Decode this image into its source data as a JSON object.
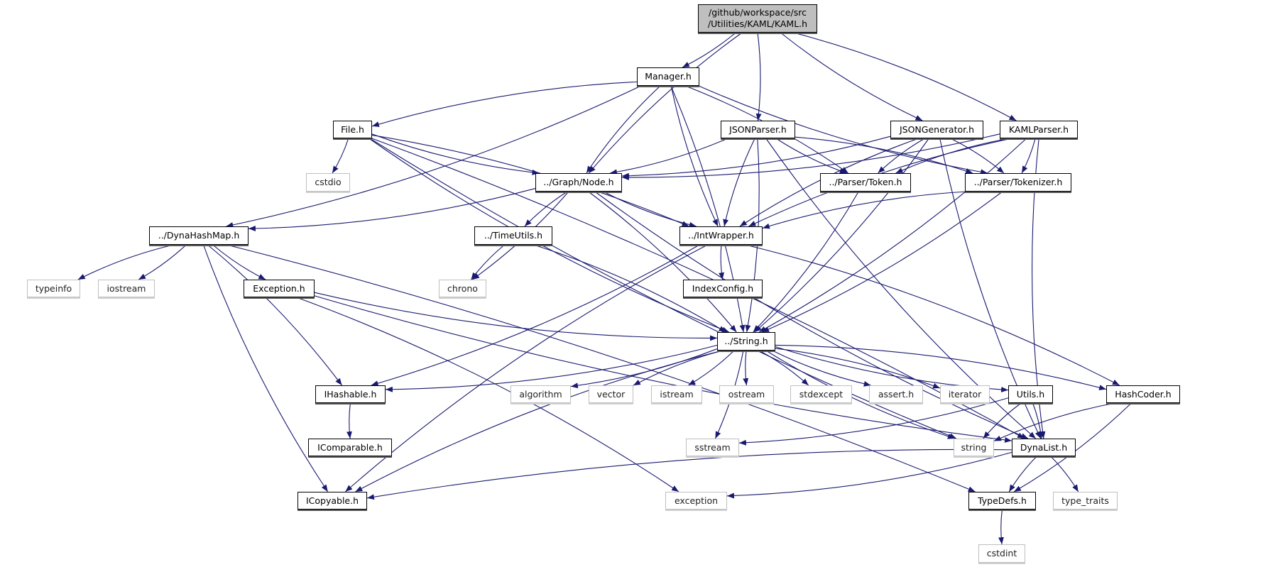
{
  "colors": {
    "edge": "#191970",
    "root_fill": "#bfbfbf",
    "system_border": "#bfbfbf",
    "node_border": "#000000"
  },
  "nodes": [
    {
      "id": "kaml",
      "label": "/github/workspace/src\n/Utilities/KAML/KAML.h",
      "kind": "root"
    },
    {
      "id": "manager",
      "label": "Manager.h",
      "kind": "include"
    },
    {
      "id": "file",
      "label": "File.h",
      "kind": "include"
    },
    {
      "id": "jsonparser",
      "label": "JSONParser.h",
      "kind": "include"
    },
    {
      "id": "jsongen",
      "label": "JSONGenerator.h",
      "kind": "include"
    },
    {
      "id": "kamlparser",
      "label": "KAMLParser.h",
      "kind": "include"
    },
    {
      "id": "cstdio",
      "label": "cstdio",
      "kind": "system"
    },
    {
      "id": "node",
      "label": "../Graph/Node.h",
      "kind": "include"
    },
    {
      "id": "token",
      "label": "../Parser/Token.h",
      "kind": "include"
    },
    {
      "id": "tokenizer",
      "label": "../Parser/Tokenizer.h",
      "kind": "include"
    },
    {
      "id": "dynahashmap",
      "label": "../DynaHashMap.h",
      "kind": "include"
    },
    {
      "id": "timeutils",
      "label": "../TimeUtils.h",
      "kind": "include"
    },
    {
      "id": "intwrapper",
      "label": "../IntWrapper.h",
      "kind": "include"
    },
    {
      "id": "typeinfo",
      "label": "typeinfo",
      "kind": "system"
    },
    {
      "id": "iostream",
      "label": "iostream",
      "kind": "system"
    },
    {
      "id": "exception_h",
      "label": "Exception.h",
      "kind": "include"
    },
    {
      "id": "chrono",
      "label": "chrono",
      "kind": "system"
    },
    {
      "id": "indexconfig",
      "label": "IndexConfig.h",
      "kind": "include"
    },
    {
      "id": "string_h",
      "label": "../String.h",
      "kind": "include"
    },
    {
      "id": "ihashable",
      "label": "IHashable.h",
      "kind": "include"
    },
    {
      "id": "algorithm",
      "label": "algorithm",
      "kind": "system"
    },
    {
      "id": "vector",
      "label": "vector",
      "kind": "system"
    },
    {
      "id": "istream",
      "label": "istream",
      "kind": "system"
    },
    {
      "id": "ostream",
      "label": "ostream",
      "kind": "system"
    },
    {
      "id": "stdexcept",
      "label": "stdexcept",
      "kind": "system"
    },
    {
      "id": "assert",
      "label": "assert.h",
      "kind": "system"
    },
    {
      "id": "iterator",
      "label": "iterator",
      "kind": "system"
    },
    {
      "id": "utils",
      "label": "Utils.h",
      "kind": "include"
    },
    {
      "id": "hashcoder",
      "label": "HashCoder.h",
      "kind": "include"
    },
    {
      "id": "icomparable",
      "label": "IComparable.h",
      "kind": "include"
    },
    {
      "id": "sstream",
      "label": "sstream",
      "kind": "system"
    },
    {
      "id": "string",
      "label": "string",
      "kind": "system"
    },
    {
      "id": "dynalist",
      "label": "DynaList.h",
      "kind": "include"
    },
    {
      "id": "icopyable",
      "label": "ICopyable.h",
      "kind": "include"
    },
    {
      "id": "exception",
      "label": "exception",
      "kind": "system"
    },
    {
      "id": "typedefs",
      "label": "TypeDefs.h",
      "kind": "include"
    },
    {
      "id": "type_traits",
      "label": "type_traits",
      "kind": "system"
    },
    {
      "id": "cstdint",
      "label": "cstdint",
      "kind": "system"
    }
  ],
  "edges": [
    [
      "kaml",
      "manager"
    ],
    [
      "kaml",
      "node"
    ],
    [
      "kaml",
      "jsonparser"
    ],
    [
      "kaml",
      "jsongen"
    ],
    [
      "kaml",
      "kamlparser"
    ],
    [
      "manager",
      "file"
    ],
    [
      "manager",
      "dynahashmap"
    ],
    [
      "manager",
      "node"
    ],
    [
      "manager",
      "string_h"
    ],
    [
      "manager",
      "intwrapper"
    ],
    [
      "manager",
      "token"
    ],
    [
      "manager",
      "tokenizer"
    ],
    [
      "file",
      "cstdio"
    ],
    [
      "file",
      "node"
    ],
    [
      "file",
      "intwrapper"
    ],
    [
      "file",
      "string_h"
    ],
    [
      "file",
      "dynalist"
    ],
    [
      "file",
      "string"
    ],
    [
      "jsonparser",
      "node"
    ],
    [
      "jsonparser",
      "token"
    ],
    [
      "jsonparser",
      "tokenizer"
    ],
    [
      "jsonparser",
      "intwrapper"
    ],
    [
      "jsonparser",
      "string_h"
    ],
    [
      "jsonparser",
      "dynalist"
    ],
    [
      "jsongen",
      "node"
    ],
    [
      "jsongen",
      "token"
    ],
    [
      "jsongen",
      "tokenizer"
    ],
    [
      "jsongen",
      "intwrapper"
    ],
    [
      "jsongen",
      "string_h"
    ],
    [
      "jsongen",
      "dynalist"
    ],
    [
      "kamlparser",
      "node"
    ],
    [
      "kamlparser",
      "token"
    ],
    [
      "kamlparser",
      "tokenizer"
    ],
    [
      "kamlparser",
      "intwrapper"
    ],
    [
      "kamlparser",
      "string_h"
    ],
    [
      "kamlparser",
      "dynalist"
    ],
    [
      "node",
      "dynahashmap"
    ],
    [
      "node",
      "timeutils"
    ],
    [
      "node",
      "chrono"
    ],
    [
      "node",
      "intwrapper"
    ],
    [
      "node",
      "string_h"
    ],
    [
      "node",
      "dynalist"
    ],
    [
      "token",
      "string_h"
    ],
    [
      "tokenizer",
      "intwrapper"
    ],
    [
      "tokenizer",
      "string_h"
    ],
    [
      "dynahashmap",
      "typeinfo"
    ],
    [
      "dynahashmap",
      "iostream"
    ],
    [
      "dynahashmap",
      "exception_h"
    ],
    [
      "dynahashmap",
      "ihashable"
    ],
    [
      "dynahashmap",
      "icopyable"
    ],
    [
      "dynahashmap",
      "typedefs"
    ],
    [
      "timeutils",
      "chrono"
    ],
    [
      "timeutils",
      "string_h"
    ],
    [
      "intwrapper",
      "indexconfig"
    ],
    [
      "intwrapper",
      "ihashable"
    ],
    [
      "intwrapper",
      "icopyable"
    ],
    [
      "intwrapper",
      "hashcoder"
    ],
    [
      "exception_h",
      "string_h"
    ],
    [
      "exception_h",
      "exception"
    ],
    [
      "exception_h",
      "dynalist"
    ],
    [
      "string_h",
      "ihashable"
    ],
    [
      "string_h",
      "icopyable"
    ],
    [
      "string_h",
      "algorithm"
    ],
    [
      "string_h",
      "vector"
    ],
    [
      "string_h",
      "istream"
    ],
    [
      "string_h",
      "ostream"
    ],
    [
      "string_h",
      "stdexcept"
    ],
    [
      "string_h",
      "assert"
    ],
    [
      "string_h",
      "iterator"
    ],
    [
      "string_h",
      "utils"
    ],
    [
      "string_h",
      "hashcoder"
    ],
    [
      "string_h",
      "string"
    ],
    [
      "string_h",
      "sstream"
    ],
    [
      "ihashable",
      "icomparable"
    ],
    [
      "utils",
      "sstream"
    ],
    [
      "utils",
      "string"
    ],
    [
      "utils",
      "dynalist"
    ],
    [
      "hashcoder",
      "string"
    ],
    [
      "hashcoder",
      "typedefs"
    ],
    [
      "dynalist",
      "icopyable"
    ],
    [
      "dynalist",
      "exception"
    ],
    [
      "dynalist",
      "typedefs"
    ],
    [
      "dynalist",
      "type_traits"
    ],
    [
      "typedefs",
      "cstdint"
    ]
  ]
}
